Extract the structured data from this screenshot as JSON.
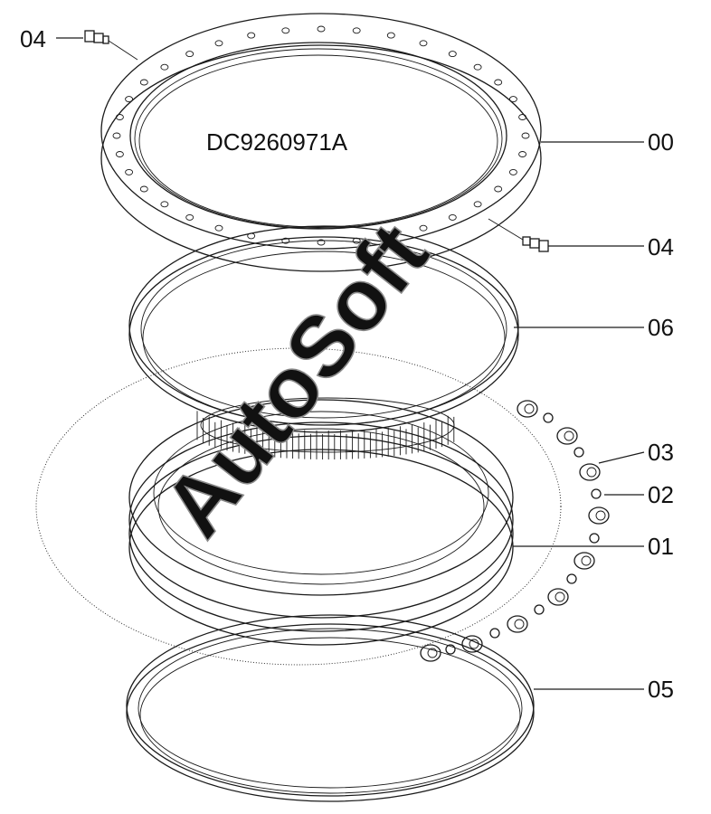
{
  "diagram": {
    "part_number": "DC9260971A",
    "watermark": "AutoSoft",
    "callouts": {
      "label_04_top": "04",
      "label_00": "00",
      "label_04_right": "04",
      "label_06": "06",
      "label_03": "03",
      "label_02": "02",
      "label_01": "01",
      "label_05": "05"
    }
  }
}
